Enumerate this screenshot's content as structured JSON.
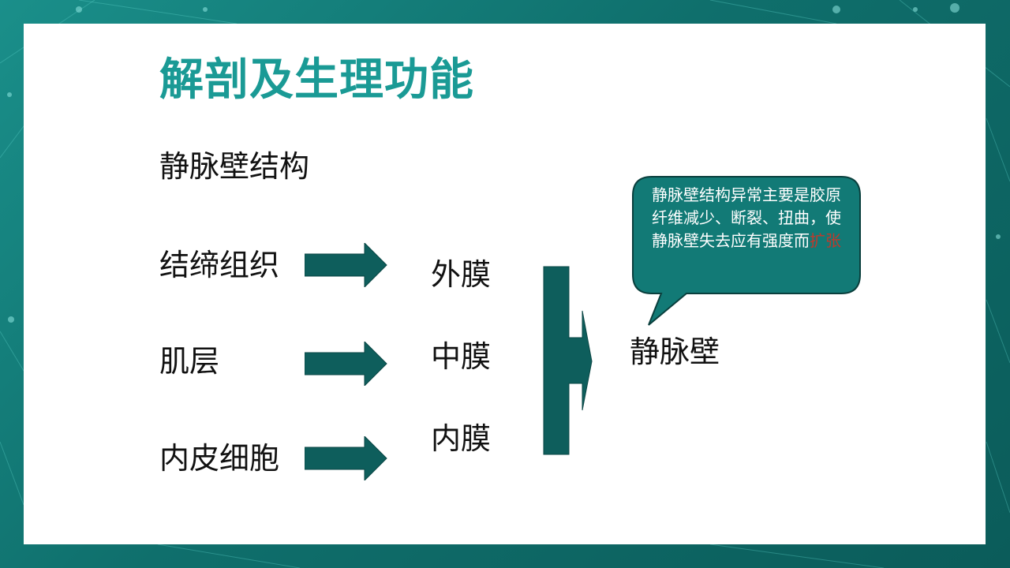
{
  "title": "解剖及生理功能",
  "subtitle": "静脉壁结构",
  "layers": [
    {
      "name": "结缔组织",
      "membrane": "外膜"
    },
    {
      "name": "肌层",
      "membrane": "中膜"
    },
    {
      "name": "内皮细胞",
      "membrane": "内膜"
    }
  ],
  "result": "静脉壁",
  "callout": {
    "text_main": "静脉壁结构异常主要是胶原纤维减少、断裂、扭曲，使静脉壁失去应有强度而",
    "text_highlight": "扩张"
  },
  "colors": {
    "title": "#1a9a95",
    "arrow_fill": "#0e5e5c",
    "callout_fill": "#127a76",
    "highlight": "#c0392b"
  }
}
